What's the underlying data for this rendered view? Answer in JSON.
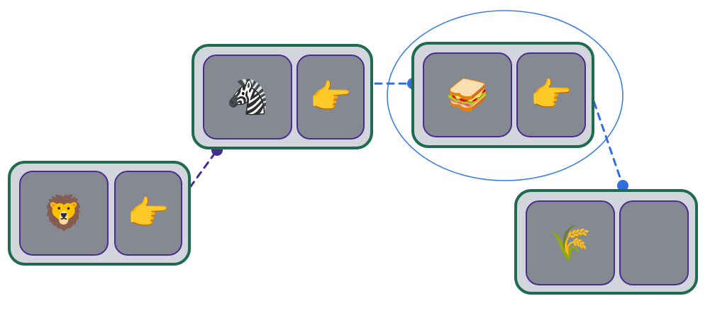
{
  "diagram": {
    "colors": {
      "frame_fill": "#d3d5dc",
      "frame_stroke": "#1f6b4f",
      "cell_fill": "#858991",
      "cell_stroke": "#4b2b8f",
      "link_purple": "#4b2b8f",
      "link_blue": "#2f6fe0",
      "selection_ring": "#3b7fe3"
    },
    "nodes": [
      {
        "id": "lion",
        "slot_1": {
          "icon": "lion-face-icon",
          "glyph": "🦁"
        },
        "slot_2": {
          "icon": "pointing-right-hand-icon",
          "glyph": "👉"
        }
      },
      {
        "id": "zebra",
        "slot_1": {
          "icon": "zebra-icon",
          "glyph": "🦓"
        },
        "slot_2": {
          "icon": "pointing-right-hand-icon",
          "glyph": "👉"
        }
      },
      {
        "id": "sandwich",
        "selected": true,
        "slot_1": {
          "icon": "sandwich-icon",
          "glyph": "🥪"
        },
        "slot_2": {
          "icon": "pointing-right-hand-icon",
          "glyph": "👉"
        }
      },
      {
        "id": "rice",
        "slot_1": {
          "icon": "sheaf-of-rice-icon",
          "glyph": "🌾"
        },
        "slot_2": {
          "icon": "empty-slot",
          "glyph": ""
        }
      }
    ],
    "links": [
      {
        "from": "lion",
        "to": "zebra",
        "color": "#4b2b8f"
      },
      {
        "from": "zebra",
        "to": "sandwich",
        "color": "#2f6fe0"
      },
      {
        "from": "sandwich",
        "to": "rice",
        "color": "#2f6fe0"
      }
    ]
  }
}
